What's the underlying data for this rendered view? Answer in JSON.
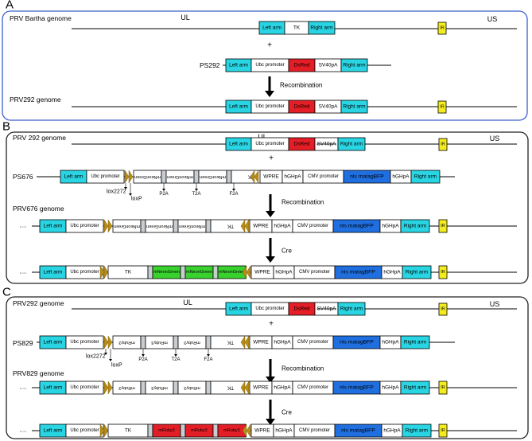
{
  "colors": {
    "cyan": "#29d4e3",
    "red": "#e41e26",
    "blue": "#1f6fe0",
    "green": "#39d12e",
    "yellow": "#f4ec1d",
    "tri": "#b88d16",
    "gray": "#c8cdd1",
    "panelA_border": "#3a5fcd",
    "panel_border": "#222222"
  },
  "labels": {
    "panel_a": "A",
    "panel_b": "B",
    "panel_c": "C",
    "ul": "UL",
    "us": "US",
    "plus": "+",
    "recombination": "Recombination",
    "cre": "Cre",
    "lox2272": "lox2272",
    "loxp": "loxP",
    "p2a": "P2A",
    "t2a": "T2A",
    "f2a": "F2A",
    "ellipsis": "....",
    "prv_bartha": "PRV Bartha genome",
    "ps292": "PS292",
    "prv292_genome": "PRV292 genome",
    "prv_292_genome": "PRV 292 genome",
    "ps676": "PS676",
    "prv676_genome": "PRV676 genome",
    "ps829": "PS829",
    "prv829_genome": "PRV829 genome"
  },
  "genes": {
    "left_arm": "Left arm",
    "right_arm": "Right arm",
    "tk": "TK",
    "ir": "IR",
    "ubc": "Ubc promoter",
    "dsred": "DsRed",
    "sv40": "SV40pA",
    "wpre": "WPRE",
    "hgh": "hGHpA",
    "cmv": "CMV promoter",
    "nls": "nls matagBFP",
    "mneon": "mNeonGreen",
    "mruby": "mRuby3"
  }
}
